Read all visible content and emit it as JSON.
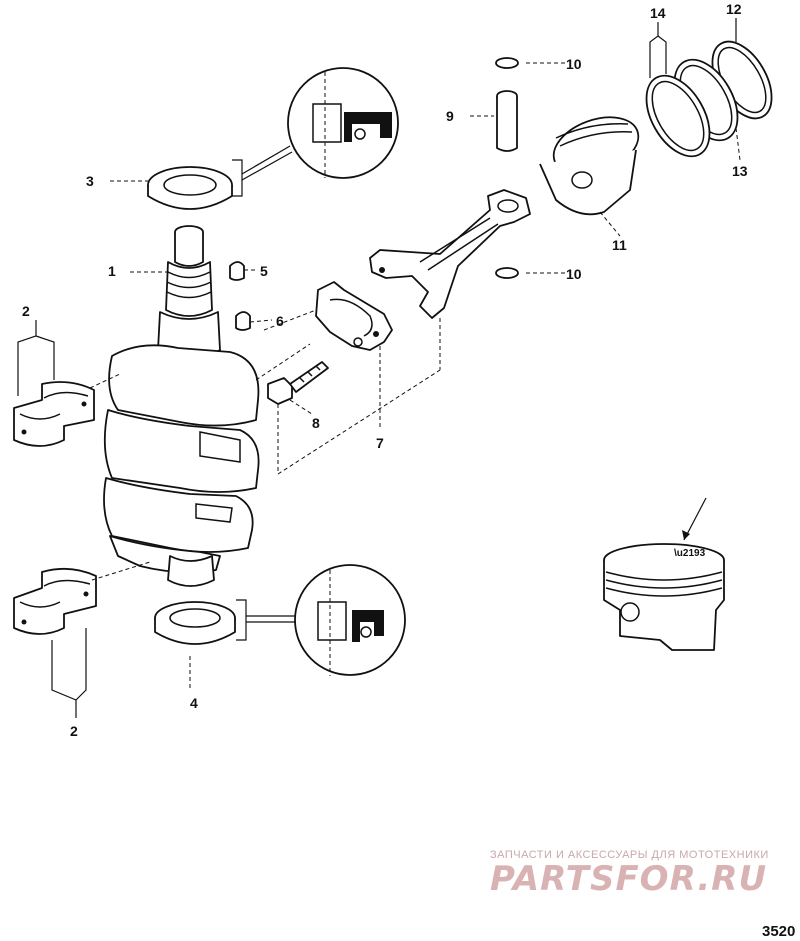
{
  "callouts": {
    "n1": "1",
    "n2a": "2",
    "n2b": "2",
    "n3": "3",
    "n4": "4",
    "n5": "5",
    "n6": "6",
    "n7": "7",
    "n8": "8",
    "n9": "9",
    "n10a": "10",
    "n10b": "10",
    "n11": "11",
    "n12": "12",
    "n13": "13",
    "n14": "14"
  },
  "watermark": {
    "caption": "ЗАПЧАСТИ И АКСЕССУАРЫ ДЛЯ МОТОТЕХНИКИ",
    "logo": "PARTSFOR.RU"
  },
  "figure_number": "3520",
  "colors": {
    "ink": "#111111",
    "watermark": "#d9b3b3"
  }
}
